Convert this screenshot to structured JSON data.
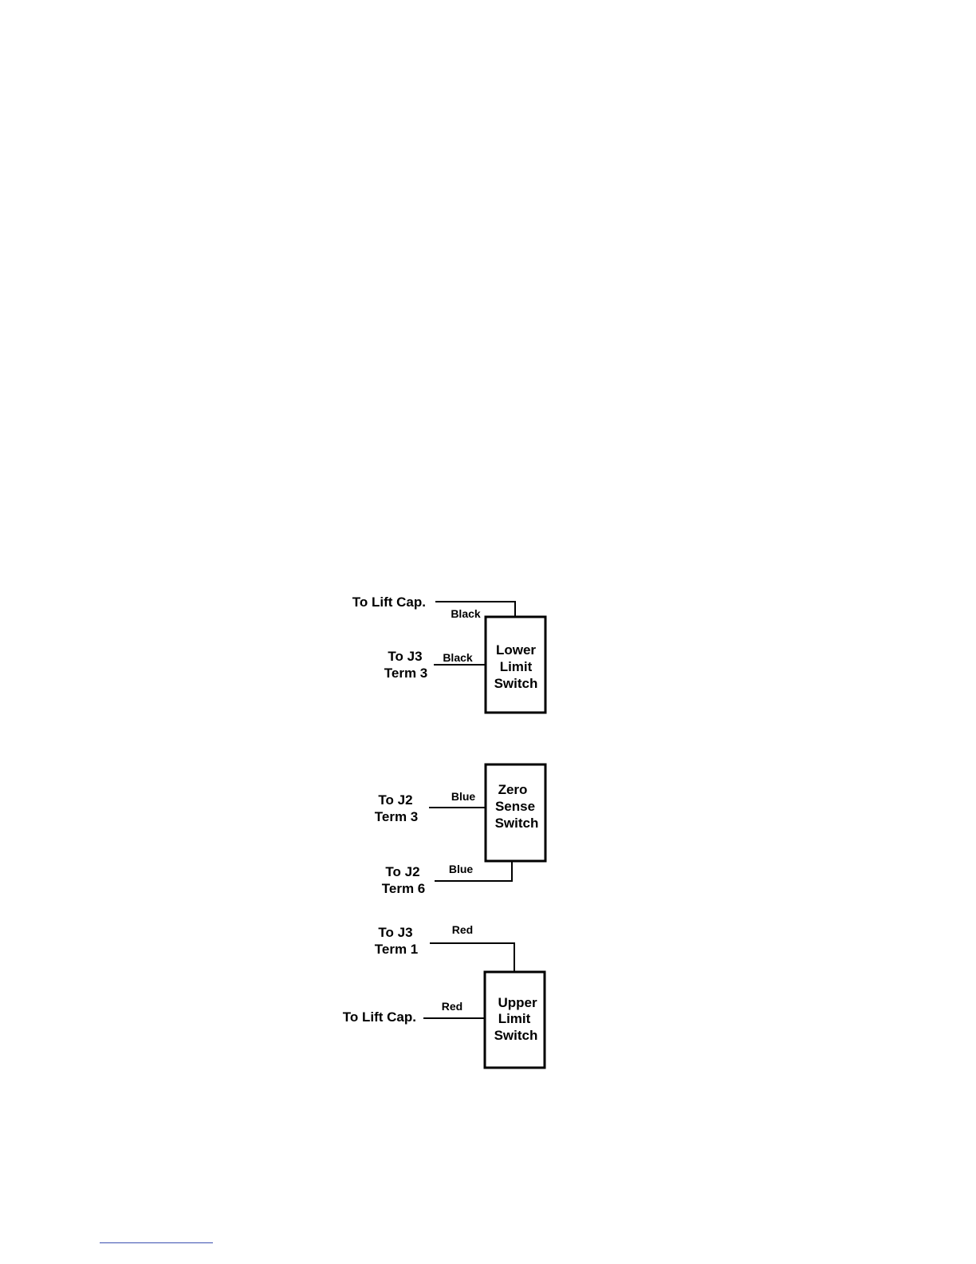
{
  "lower_switch": {
    "box_lines": [
      "Lower",
      "Limit",
      "Switch"
    ],
    "top_connection": {
      "line1": "To Lift Cap.",
      "wire": "Black"
    },
    "left_connection": {
      "line1": "To J3",
      "line2": "Term 3",
      "wire": "Black"
    }
  },
  "zero_switch": {
    "box_lines": [
      "Zero",
      "Sense",
      "Switch"
    ],
    "left_connection": {
      "line1": "To J2",
      "line2": "Term 3",
      "wire": "Blue"
    },
    "bottom_connection": {
      "line1": "To J2",
      "line2": "Term 6",
      "wire": "Blue"
    }
  },
  "upper_switch": {
    "box_lines": [
      "Upper",
      "Limit",
      "Switch"
    ],
    "top_connection": {
      "line1": "To J3",
      "line2": "Term 1",
      "wire": "Red"
    },
    "left_connection": {
      "line1": "To Lift Cap.",
      "wire": "Red"
    }
  },
  "colors": {
    "line": "#000000",
    "background": "#ffffff",
    "footnote_rule": "#3a4fb0"
  }
}
